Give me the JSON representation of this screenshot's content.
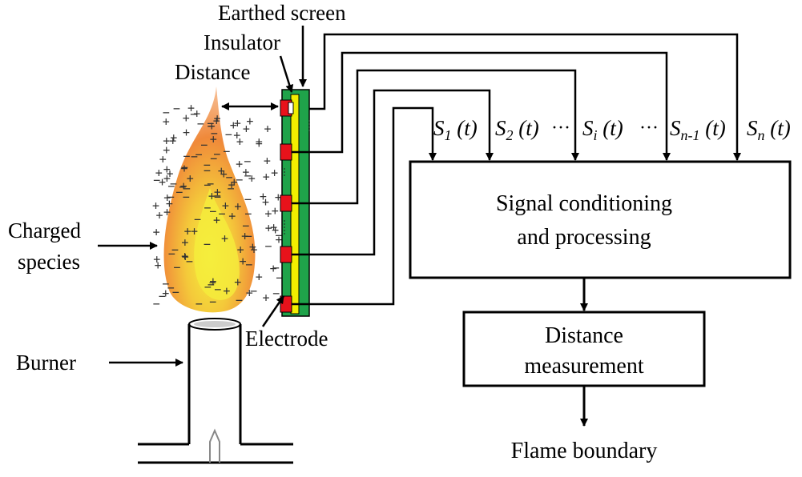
{
  "labels": {
    "earthed_screen": "Earthed screen",
    "insulator": "Insulator",
    "distance": "Distance",
    "charged_species_line1": "Charged",
    "charged_species_line2": "species",
    "burner": "Burner",
    "electrode": "Electrode"
  },
  "blocks": {
    "processing_line1": "Signal conditioning",
    "processing_line2": "and processing",
    "measurement_line1": "Distance",
    "measurement_line2": "measurement",
    "output": "Flame boundary"
  },
  "signals": [
    {
      "main": "S",
      "sub": "1",
      "arg": " (t)"
    },
    {
      "main": "S",
      "sub": "2",
      "arg": " (t)"
    },
    {
      "main": "S",
      "sub": "i",
      "arg": " (t)"
    },
    {
      "main": "S",
      "sub": "n-1",
      "arg": " (t)"
    },
    {
      "main": "S",
      "sub": "n",
      "arg": " (t)"
    }
  ],
  "ellipses": [
    "···",
    "···"
  ],
  "colors": {
    "screen_green": "#1fa34a",
    "insulator_yellow": "#f2ee00",
    "electrode_red": "#e8121b",
    "flame_orange": "#f08a3a",
    "flame_core_yellow": "#f4ee3a"
  }
}
